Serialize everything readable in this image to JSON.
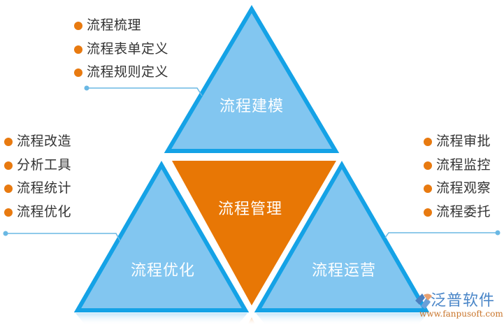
{
  "colors": {
    "triangle_fill": "#82c6f0",
    "triangle_stroke": "#14a2e6",
    "center_fill": "#e87705",
    "bullet": "#e87a10",
    "connector": "#6ab8e4",
    "text": "#333333"
  },
  "triangles": {
    "top": {
      "label": "流程建模"
    },
    "center": {
      "label": "流程管理"
    },
    "left": {
      "label": "流程优化"
    },
    "right": {
      "label": "流程运营"
    }
  },
  "lists": {
    "top": {
      "items": [
        "流程梳理",
        "流程表单定义",
        "流程规则定义"
      ]
    },
    "left": {
      "items": [
        "流程改造",
        "分析工具",
        "流程统计",
        "流程优化"
      ]
    },
    "right": {
      "items": [
        "流程审批",
        "流程监控",
        "流程观察",
        "流程委托"
      ]
    }
  },
  "logo": {
    "name": "泛普软件",
    "url": "www.fanpusoft.com"
  }
}
